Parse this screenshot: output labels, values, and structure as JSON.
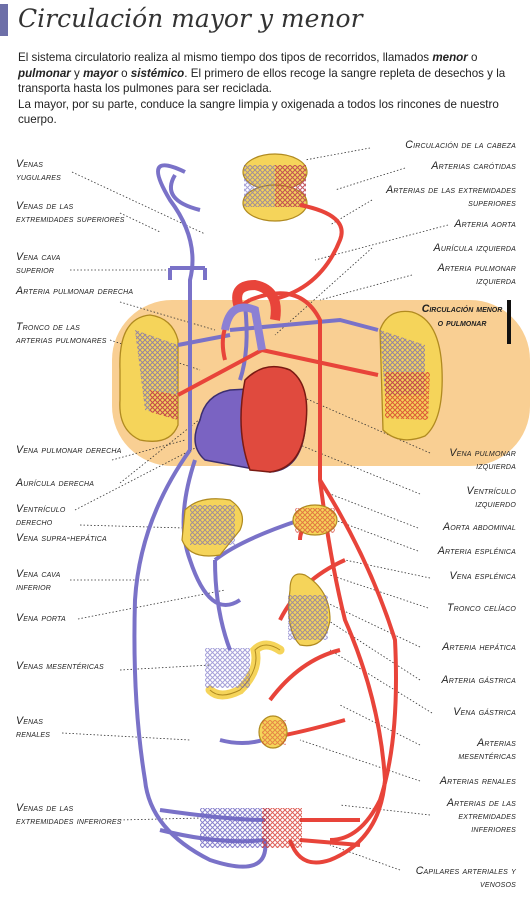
{
  "title": "Circulación mayor y menor",
  "intro": {
    "p1_a": "El sistema circulatorio realiza al mismo tiempo dos tipos de recorridos, llamados ",
    "p1_menor": "menor",
    "p1_b": " o ",
    "p1_pulmonar": "pulmonar",
    "p1_c": " y ",
    "p1_mayor": "mayor",
    "p1_d": " o ",
    "p1_sistemico": "sistémico",
    "p1_e": ". El primero de ellos recoge la sangre repleta de desechos y la transporta hasta los pulmones para ser reciclada.",
    "p2": "La mayor, por su parte, conduce la sangre limpia y oxigenada a todos los rincones de nuestro cuerpo."
  },
  "pulmonary_box_label": "Circulación menor o pulmonar",
  "labels_left": [
    "Venas yugulares",
    "Venas de las extremidades superiores",
    "Vena cava superior",
    "Arteria pulmonar derecha",
    "Tronco de las arterias pulmonares",
    "Vena pulmonar derecha",
    "Aurícula derecha",
    "Ventrículo derecho",
    "Vena supra-hepática",
    "Vena cava inferior",
    "Vena porta",
    "Venas mesentéricas",
    "Venas renales",
    "Venas de las extremidades inferiores"
  ],
  "labels_right": [
    "Circulación de la cabeza",
    "Arterias carótidas",
    "Arterias de las extremidades superiores",
    "Arteria aorta",
    "Aurícula izquierda",
    "Arteria pulmonar izquierda",
    "Vena pulmonar izquierda",
    "Ventrículo izquierdo",
    "Aorta abdominal",
    "Arteria esplénica",
    "Vena esplénica",
    "Tronco celíaco",
    "Arteria hepática",
    "Arteria gástrica",
    "Vena gástrica",
    "Arterias mesentéricas",
    "Arterias renales",
    "Arterias de las extremidades inferiores",
    "Capilares arteriales y venosos"
  ],
  "colors": {
    "artery": "#e8443a",
    "vein": "#7a72c8",
    "organ": "#f5d45a",
    "pulmonary_band": "#f9cf93",
    "heart_right": "#7a63c2",
    "heart_left": "#e04a3e"
  }
}
